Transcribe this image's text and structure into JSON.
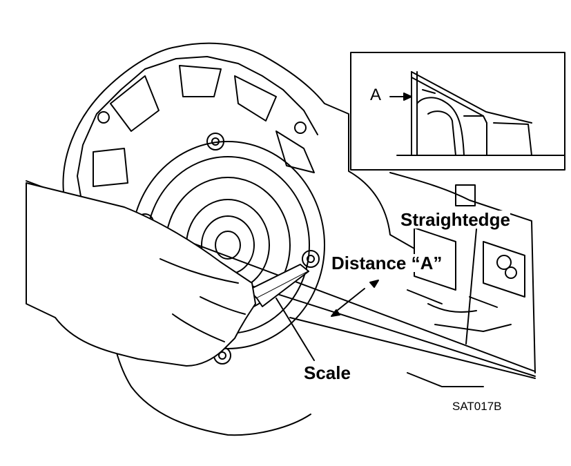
{
  "labels": {
    "inset_marker": "A",
    "straightedge": "Straightedge",
    "distance": "Distance “A”",
    "scale": "Scale",
    "figure_code": "SAT017B"
  },
  "colors": {
    "ink": "#000000",
    "paper": "#ffffff"
  }
}
